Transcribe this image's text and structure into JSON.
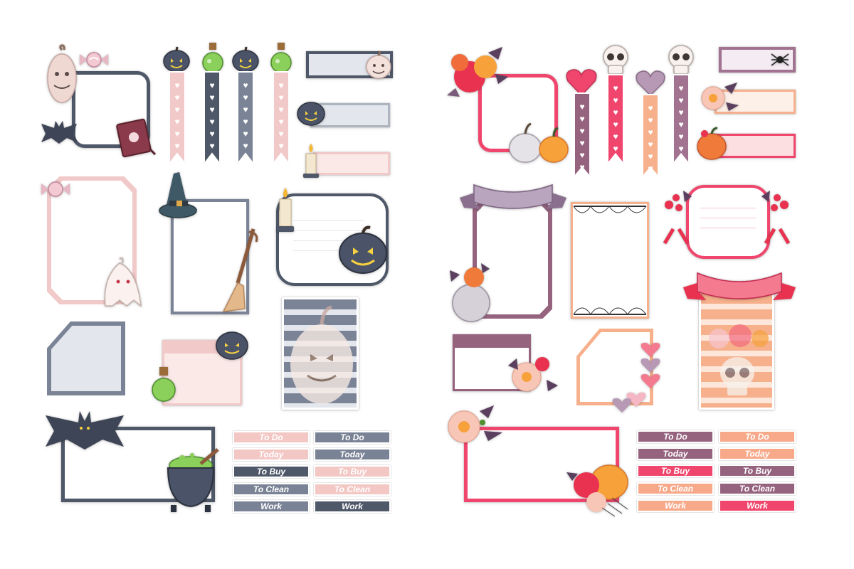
{
  "sheets": {
    "left": {
      "palette": {
        "slate": "#4f5868",
        "pink": "#f1c9c9",
        "grey": "#e3e6ec",
        "mid": "#7b8496",
        "blush": "#f5d5d2",
        "dark": "#3f4757"
      },
      "labels": [
        {
          "text": "To Do",
          "color": "#f2c7c4"
        },
        {
          "text": "To Do",
          "color": "#7a8395"
        },
        {
          "text": "Today",
          "color": "#f2c7c4"
        },
        {
          "text": "Today",
          "color": "#7a8395"
        },
        {
          "text": "To Buy",
          "color": "#4f5868"
        },
        {
          "text": "To Buy",
          "color": "#f2c7c4"
        },
        {
          "text": "To Clean",
          "color": "#7a8395"
        },
        {
          "text": "To Clean",
          "color": "#f2c7c4"
        },
        {
          "text": "Work",
          "color": "#7a8395"
        },
        {
          "text": "Work",
          "color": "#4f5868"
        }
      ]
    },
    "right": {
      "palette": {
        "rose": "#f0466d",
        "plum": "#96637f",
        "peach": "#f6b08c",
        "lilac": "#a27391",
        "blush": "#fbdfe1"
      },
      "labels": [
        {
          "text": "To Do",
          "color": "#96637f"
        },
        {
          "text": "To Do",
          "color": "#f7a98a"
        },
        {
          "text": "Today",
          "color": "#96637f"
        },
        {
          "text": "Today",
          "color": "#f7a98a"
        },
        {
          "text": "To Buy",
          "color": "#f0466d"
        },
        {
          "text": "To Buy",
          "color": "#96637f"
        },
        {
          "text": "To Clean",
          "color": "#f7a98a"
        },
        {
          "text": "To Clean",
          "color": "#96637f"
        },
        {
          "text": "Work",
          "color": "#f7a98a"
        },
        {
          "text": "Work",
          "color": "#f0466d"
        }
      ]
    }
  },
  "icons": [
    "pumpkin-icon",
    "potion-bottle-icon",
    "ghost-icon",
    "bat-icon",
    "witch-hat-icon",
    "broom-icon",
    "candle-icon",
    "cauldron-icon",
    "spellbook-icon",
    "candy-icon",
    "skull-icon",
    "heart-icon",
    "spider-icon",
    "spiderweb-icon",
    "rose-bouquet-icon",
    "ribbon-banner-icon"
  ]
}
